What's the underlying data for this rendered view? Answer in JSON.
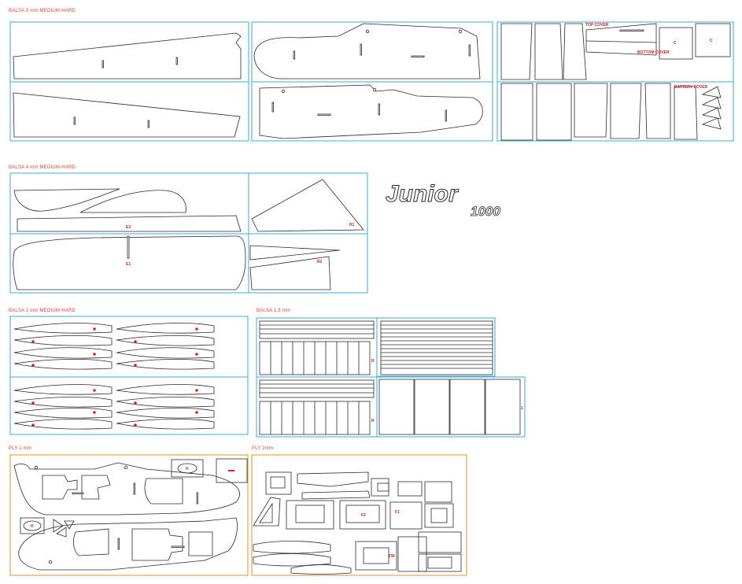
{
  "sheets": {
    "balsa3": "BALSA 3 mm MEDIUM-HARD",
    "balsa4": "BALSA 4 mm MEDIUM-HARD",
    "balsa2": "BALSA 2 mm MEDIUM-HARD",
    "balsa15": "BALSA 1,5 mm",
    "ply1": "PLY 1 mm",
    "ply2": "PLY 2mm"
  },
  "logo": {
    "name": "Junior",
    "number": "1000"
  },
  "part_tags": {
    "r2": "E2",
    "r1": "E1",
    "rudder": "R1",
    "stab": "R2",
    "ply_h1": "H",
    "ply_h2": "H",
    "ply_f2": "F2",
    "ply_fw": "FW",
    "ply_f1": "F1",
    "balsa_r": "R",
    "balsa_r2": "R",
    "balsa_1": "1",
    "top_cover": "TOP COVER",
    "bottom_cover": "BOTTOM COVER",
    "battery_cover": "BATTERY COVER",
    "c1": "C",
    "c2": "C"
  },
  "colors": {
    "label": "#e0452b",
    "balsa_frame": "#3aaed8",
    "ply_frame": "#e0902a",
    "tag": "#d8221b",
    "line": "#2a2a2a"
  }
}
